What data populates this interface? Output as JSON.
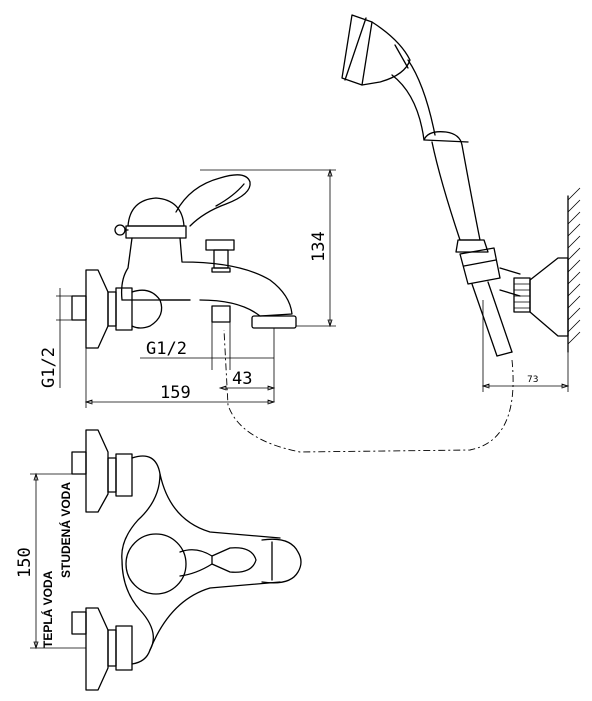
{
  "dimensions": {
    "height_lever": "134",
    "overall_length": "159",
    "spout_offset": "43",
    "thread_outlet": "G1/2",
    "thread_inlet": "G1/2",
    "wall_holder_depth": "73",
    "inlet_spacing": "150"
  },
  "labels": {
    "hot_water": "TEPLÁ VODA",
    "cold_water": "STUDENÁ VODA"
  },
  "colors": {
    "line": "#000000",
    "background": "#ffffff"
  }
}
